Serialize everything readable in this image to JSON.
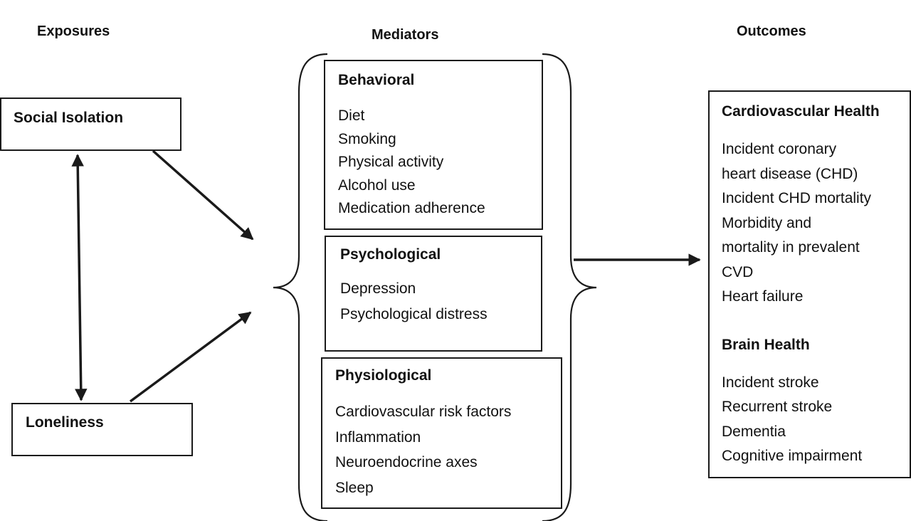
{
  "headings": {
    "exposures": "Exposures",
    "mediators": "Mediators",
    "outcomes": "Outcomes"
  },
  "exposures": {
    "social_isolation": "Social Isolation",
    "loneliness": "Loneliness"
  },
  "mediators": {
    "behavioral": {
      "title": "Behavioral",
      "items": [
        "Diet",
        "Smoking",
        "Physical activity",
        "Alcohol use",
        "Medication adherence"
      ]
    },
    "psychological": {
      "title": "Psychological",
      "items": [
        "Depression",
        "Psychological distress"
      ]
    },
    "physiological": {
      "title": "Physiological",
      "items": [
        "Cardiovascular risk factors",
        "Inflammation",
        "Neuroendocrine axes",
        "Sleep"
      ]
    }
  },
  "outcomes": {
    "cardiovascular": {
      "title": "Cardiovascular Health",
      "items": [
        "Incident coronary",
        "heart disease (CHD)",
        "Incident CHD mortality",
        "Morbidity and",
        "mortality in prevalent",
        "CVD",
        "Heart failure"
      ]
    },
    "brain": {
      "title": "Brain Health",
      "items": [
        "Incident stroke",
        "Recurrent stroke",
        "Dementia",
        "Cognitive impairment"
      ]
    }
  },
  "colors": {
    "stroke": "#1a1a1a",
    "background": "#ffffff"
  }
}
